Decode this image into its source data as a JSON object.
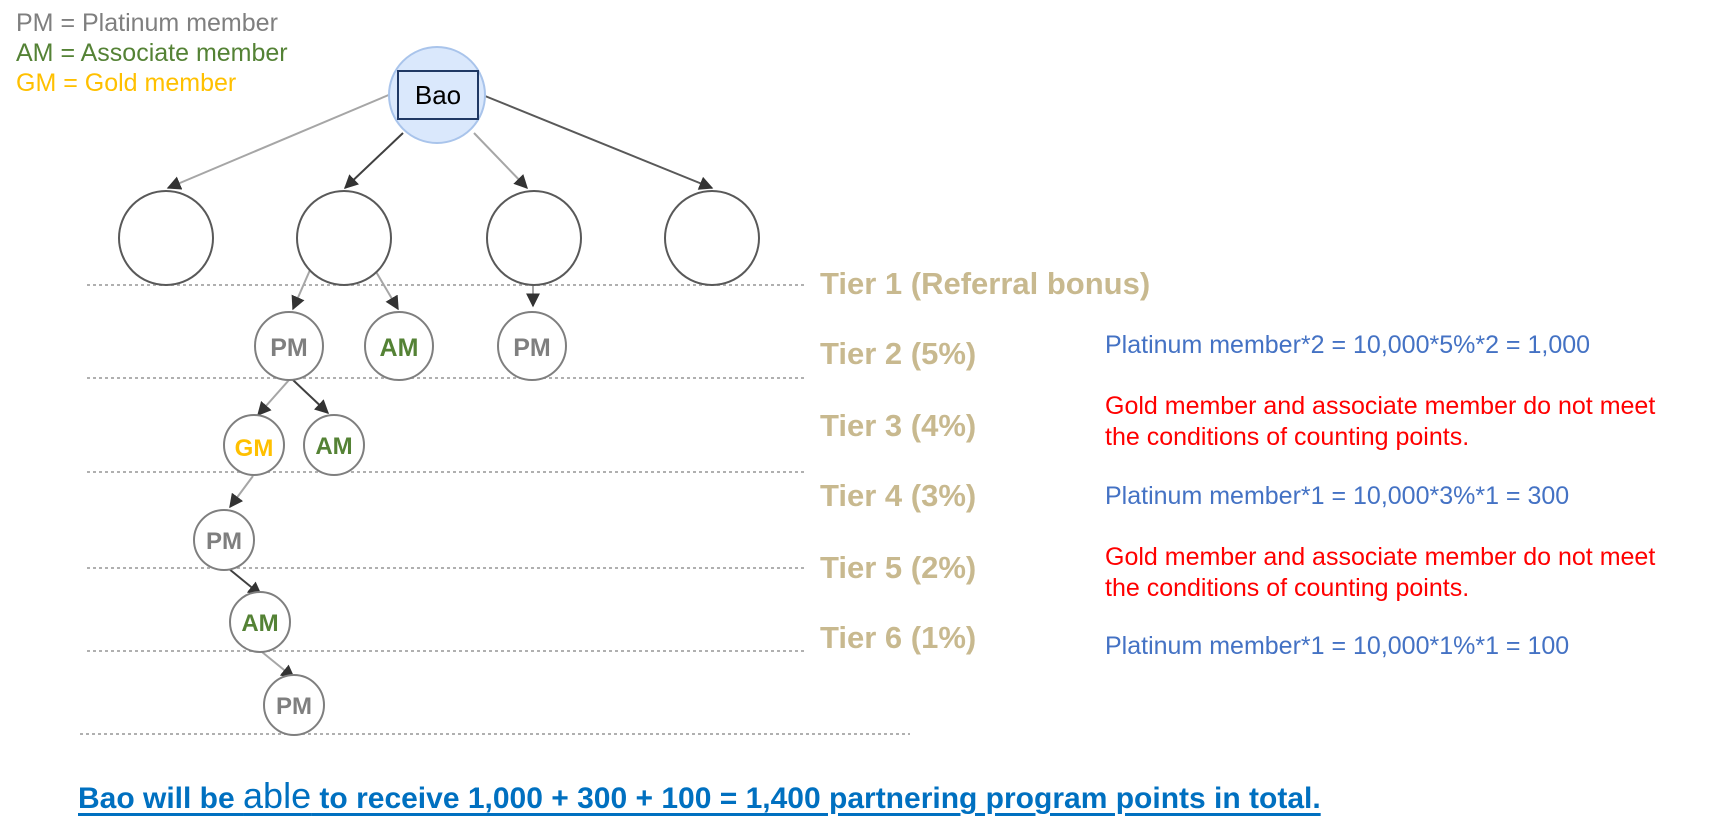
{
  "legend": [
    {
      "text": "PM = Platinum member",
      "color": "#7f7f7f"
    },
    {
      "text": "AM = Associate member",
      "color": "#548235"
    },
    {
      "text": "GM = Gold member",
      "color": "#ffc000"
    }
  ],
  "root": {
    "label": "Bao"
  },
  "nodes": [
    {
      "label": "PM",
      "role": "platinum"
    },
    {
      "label": "AM",
      "role": "associate"
    },
    {
      "label": "PM",
      "role": "platinum"
    },
    {
      "label": "GM",
      "role": "gold"
    },
    {
      "label": "AM",
      "role": "associate"
    },
    {
      "label": "PM",
      "role": "platinum"
    },
    {
      "label": "AM",
      "role": "associate"
    },
    {
      "label": "PM",
      "role": "platinum"
    }
  ],
  "colors": {
    "platinum": "#7f7f7f",
    "associate": "#548235",
    "gold": "#ffc000",
    "tier": "#c8b98f",
    "calc_blue": "#4472c4",
    "calc_red": "#ff0000",
    "summary": "#0070c0",
    "root_fill": "#dae8fc",
    "root_stroke": "#a9c4eb"
  },
  "tiers": [
    {
      "label": "Tier 1 (Referral bonus)"
    },
    {
      "label": "Tier 2 (5%)"
    },
    {
      "label": "Tier 3 (4%)"
    },
    {
      "label": "Tier 4 (3%)"
    },
    {
      "label": "Tier 5 (2%)"
    },
    {
      "label": "Tier 6 (1%)"
    }
  ],
  "calculations": [
    {
      "line1": "Platinum member*2 = 10,000*5%*2 = 1,000",
      "line2": "",
      "style": "blue"
    },
    {
      "line1": "Gold member and associate member do not meet",
      "line2": "the conditions of counting points.",
      "style": "red"
    },
    {
      "line1": "Platinum member*1 = 10,000*3%*1 = 300",
      "line2": "",
      "style": "blue"
    },
    {
      "line1": "Gold member and associate member do not meet",
      "line2": "the conditions of counting points.",
      "style": "red"
    },
    {
      "line1": "Platinum member*1 = 10,000*1%*1 = 100",
      "line2": "",
      "style": "blue"
    }
  ],
  "summary": {
    "before": "Bao will be ",
    "able": "able",
    "after": " to receive 1,000 + 300 + 100 = 1,400 partnering program points in total."
  }
}
